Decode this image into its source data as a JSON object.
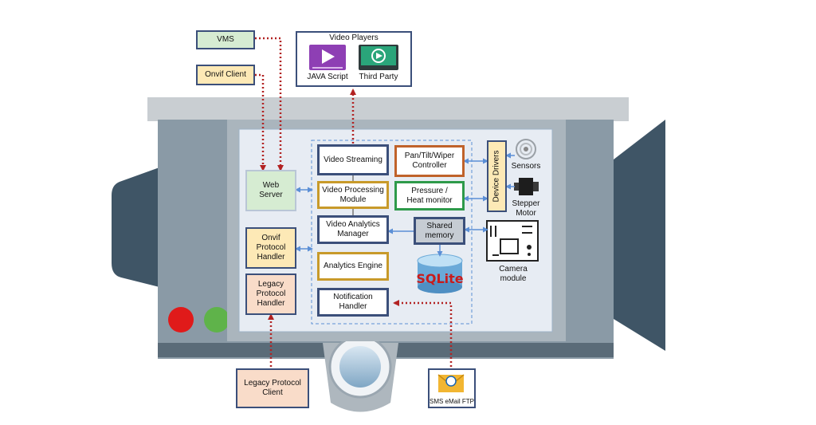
{
  "external": {
    "vms": "VMS",
    "onvif_client": "Onvif Client",
    "legacy_client": "Legacy Protocol\nClient",
    "sms_label": "SMS eMail FTP"
  },
  "video_players": {
    "title": "Video Players",
    "java_script": "JAVA Script",
    "third_party": "Third Party"
  },
  "left_modules": {
    "web_server": "Web\nServer",
    "onvif_handler": "Onvif\nProtocol\nHandler",
    "legacy_handler": "Legacy\nProtocol\nHandler"
  },
  "core_modules": {
    "video_streaming": "Video Streaming",
    "video_processing": "Video Processing\nModule",
    "video_analytics_manager": "Video Analytics\nManager",
    "analytics_engine": "Analytics Engine",
    "notification_handler": "Notification\nHandler"
  },
  "right_modules": {
    "ptw_controller": "Pan/Tilt/Wiper\nController",
    "pressure_monitor": "Pressure /\nHeat monitor",
    "shared_memory": "Shared\nmemory",
    "sqlite": "SQLite",
    "device_drivers": "Device Drivers"
  },
  "peripherals": {
    "sensors": "Sensors",
    "stepper_motor": "Stepper\nMotor",
    "camera_module": "Camera\nmodule"
  },
  "colors": {
    "navy": "#3b4f7a",
    "gold": "#c89a2a",
    "orange": "#c0622a",
    "green": "#2e9a4a",
    "red_dotted": "#b22222",
    "connector_blue": "#5b8fd6",
    "camera_body": "#8a9aa6",
    "camera_dark": "#3f5566"
  },
  "icons": {
    "java_player": "purple-play-icon",
    "third_party_player": "green-play-icon",
    "sensors": "sensor-icon",
    "stepper_motor": "motor-icon",
    "camera_module": "circuit-board-icon",
    "sqlite": "database-cylinder-icon",
    "sms": "envelope-at-icon"
  }
}
